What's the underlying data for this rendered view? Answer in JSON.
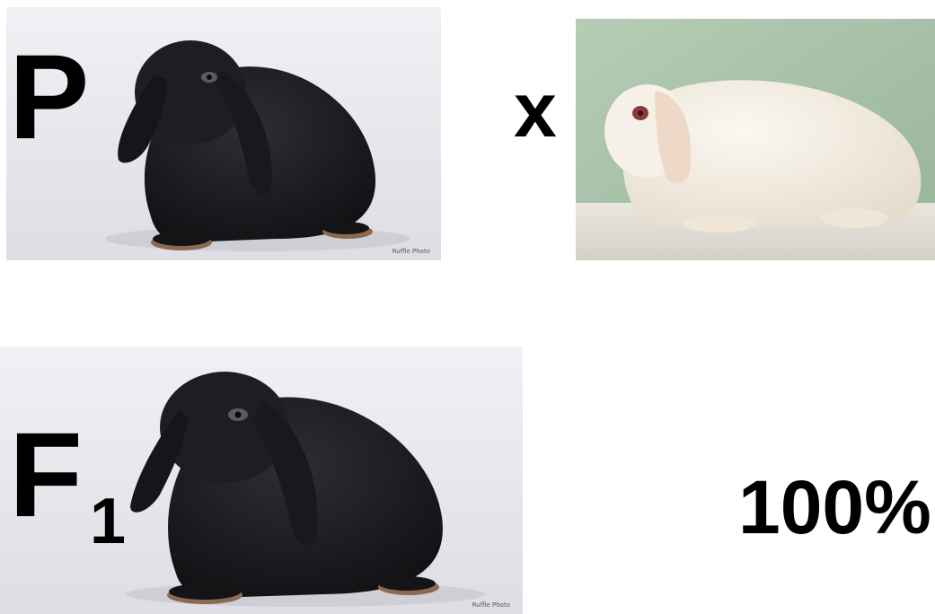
{
  "labels": {
    "parental_generation": "P",
    "cross_symbol": "x",
    "filial_generation_letter": "F",
    "filial_generation_subscript": "1",
    "offspring_ratio": "100%"
  },
  "photos": {
    "parent_black": {
      "subject": "black lop rabbit",
      "credit": "Ruffle Photo"
    },
    "parent_white": {
      "subject": "white lop rabbit"
    },
    "offspring_black": {
      "subject": "black lop rabbit",
      "credit": "Ruffle Photo"
    }
  },
  "colors": {
    "text": "#000000",
    "black_rabbit_fur": "#1c1c20",
    "white_rabbit_fur": "#f4efe6",
    "studio_background": "#ecebf0",
    "green_backdrop": "#a9c4ab"
  }
}
